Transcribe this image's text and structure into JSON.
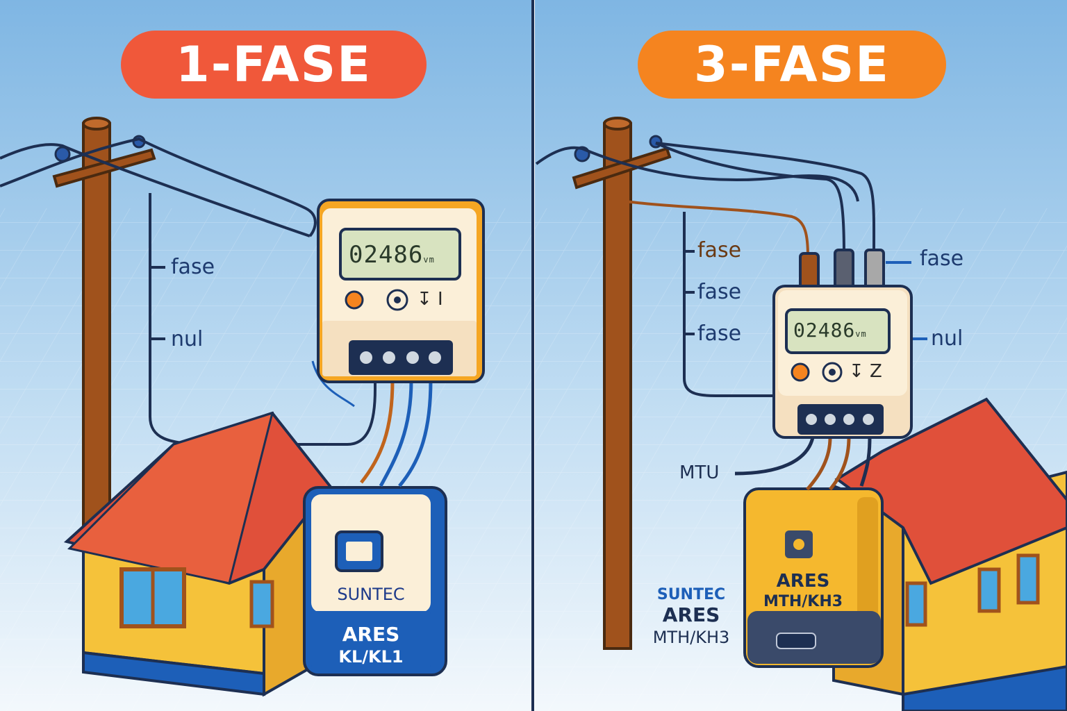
{
  "colors": {
    "sky_top": "#7fb6e3",
    "sky_bottom": "#eef5fb",
    "pill_left": "#f0583a",
    "pill_right": "#f5841f",
    "house_wall": "#f5c23a",
    "roof": "#e0503a",
    "wire_phase": "#a0521c",
    "wire_neutral": "#1d5fb8",
    "wire_dark": "#1d2f52"
  },
  "panels": [
    {
      "title": "1-FASE",
      "meter_reading": "02486",
      "meter_unit": "vm",
      "meter_symbols": "↧ I",
      "labels": [
        "fase",
        "nul"
      ],
      "device_brand": "SUNTEC",
      "device_model": "ARES",
      "device_variant": "KL/KL1"
    },
    {
      "title": "3-FASE",
      "meter_reading": "02486",
      "meter_unit": "vm",
      "meter_symbols": "↧ Z",
      "labels_left": [
        "fase",
        "fase",
        "fase"
      ],
      "label_right_top": "fase",
      "label_right_mid": "nul",
      "label_mtu": "MTU",
      "device_model": "ARES",
      "device_variant": "MTH/KH3",
      "caption_brand": "SUNTEC",
      "caption_model": "ARES",
      "caption_variant": "MTH/KH3"
    }
  ]
}
